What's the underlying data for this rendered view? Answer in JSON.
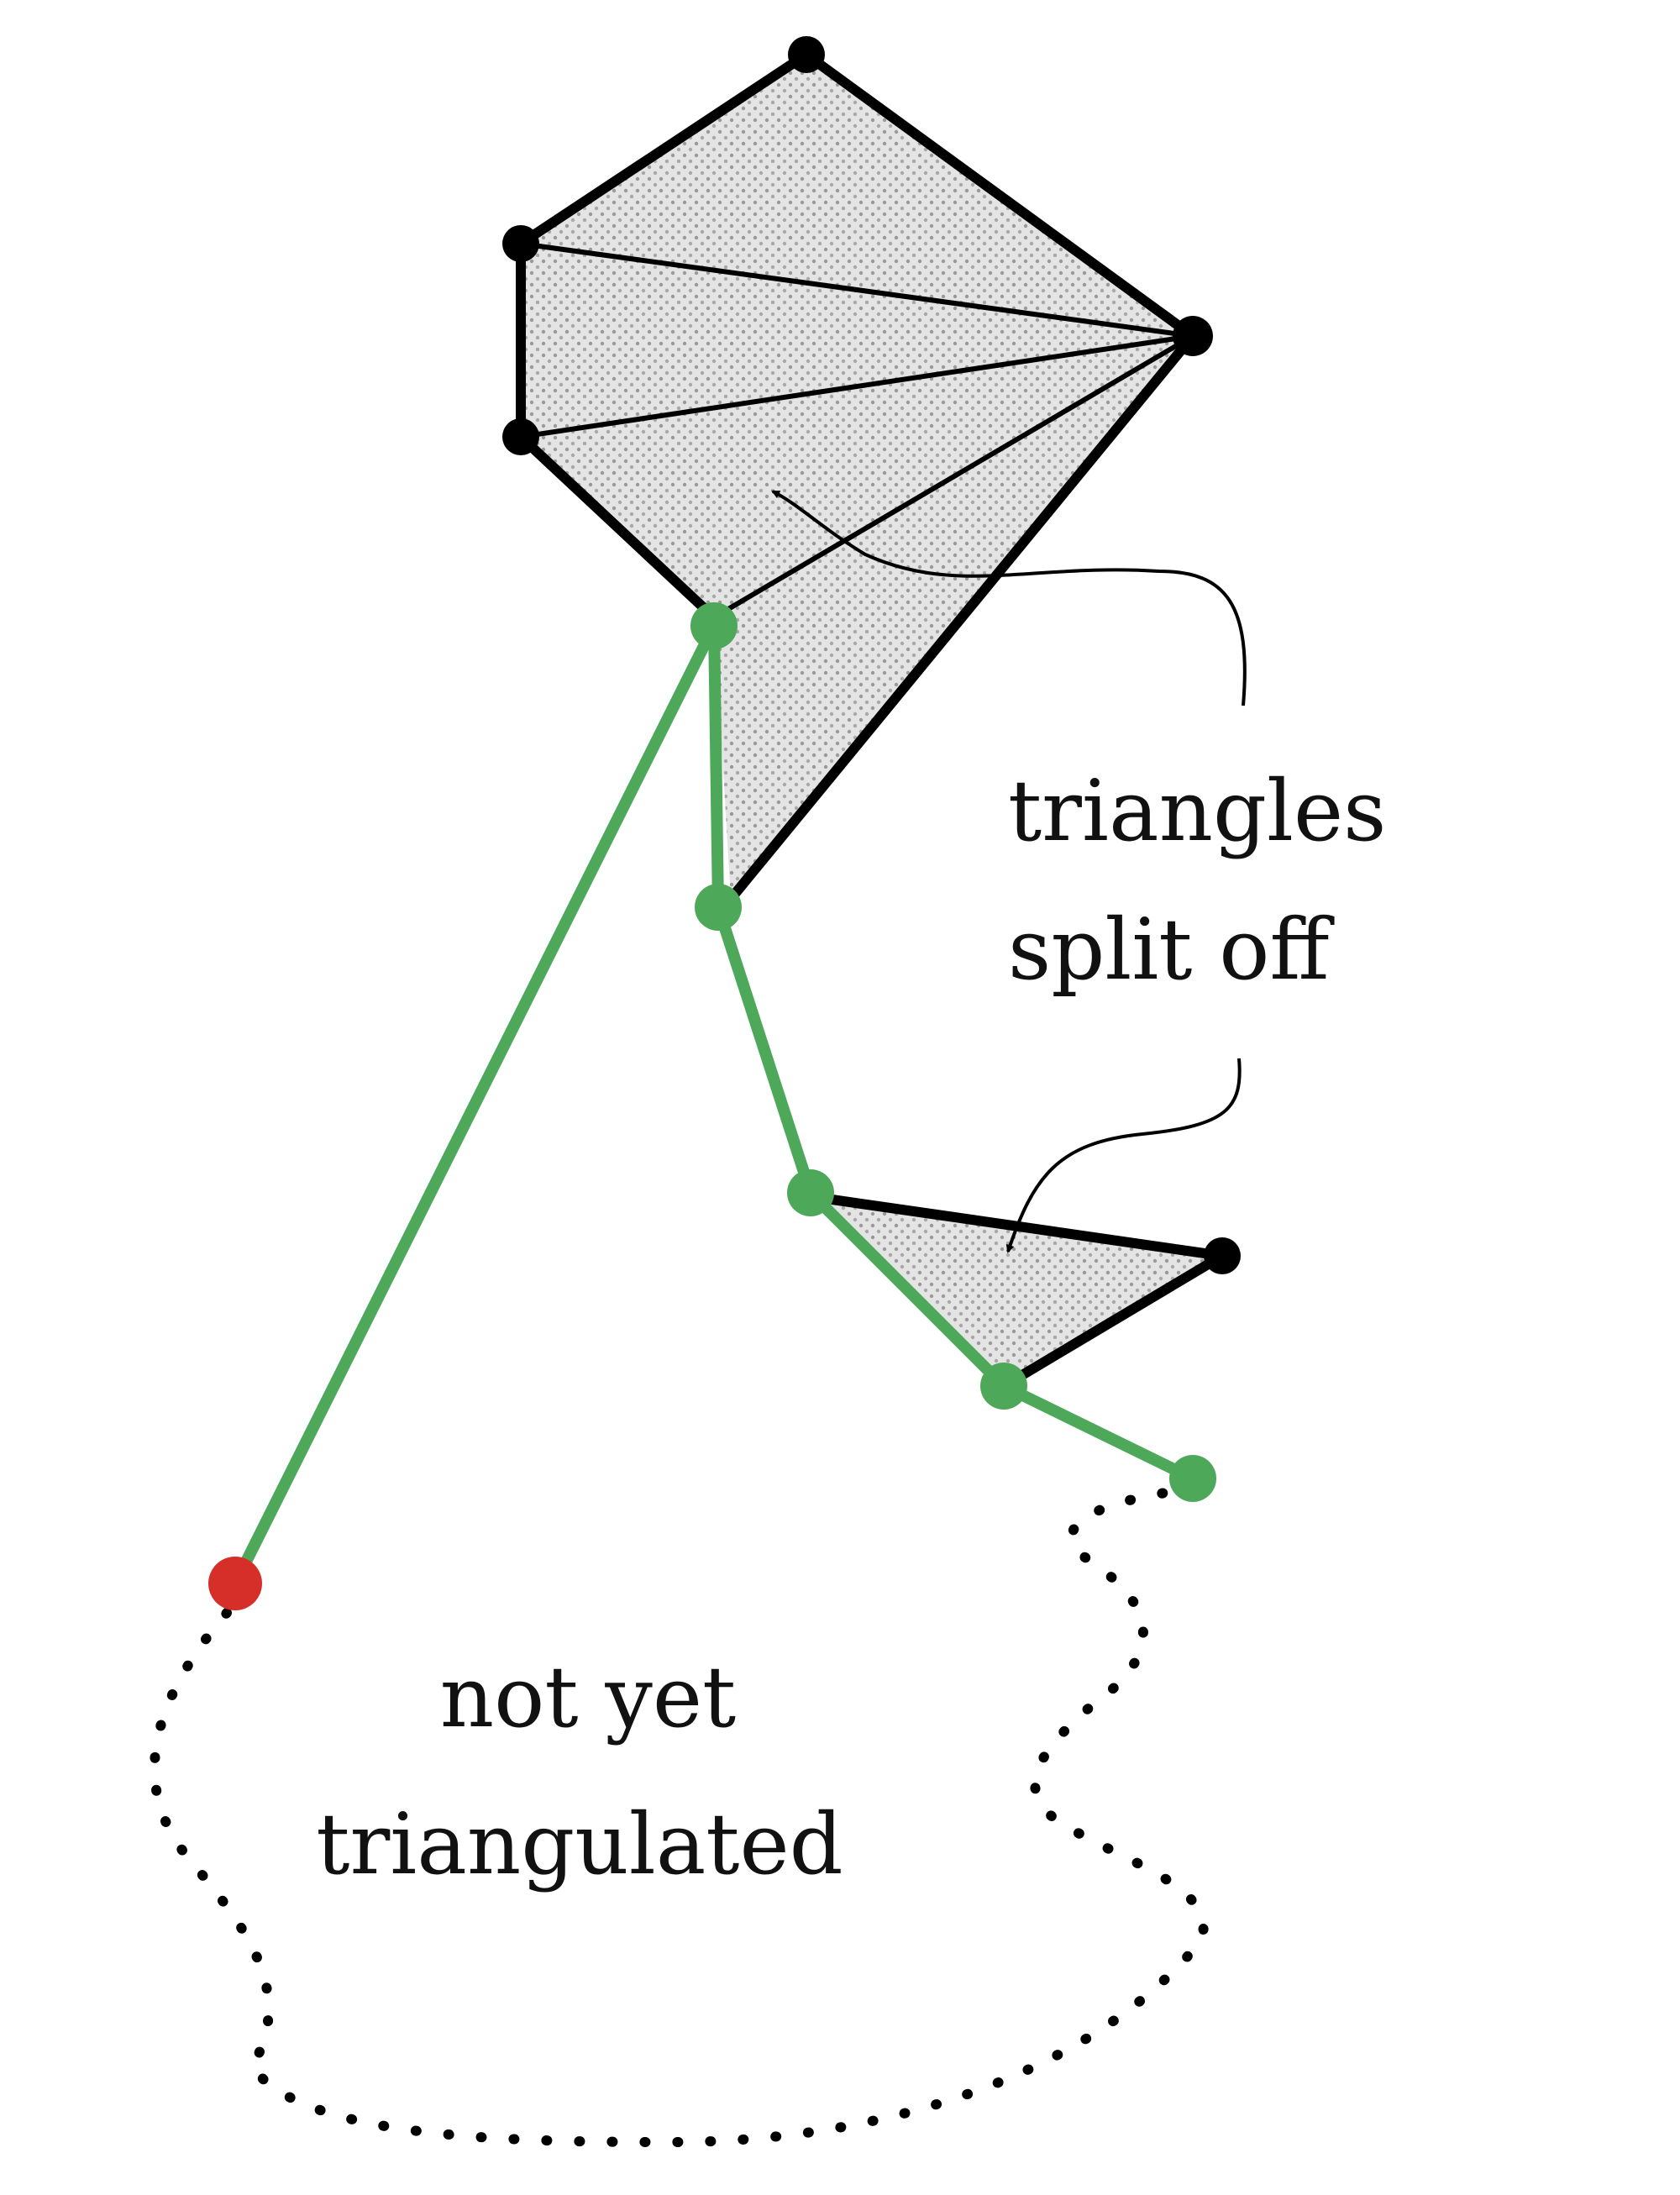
{
  "labels": {
    "triangles_split_off_line1": "triangles",
    "triangles_split_off_line2": "split off",
    "not_yet_line1": "not yet",
    "not_yet_line2": "triangulated"
  },
  "colors": {
    "chain": "#4ea85a",
    "chain_vertex": "#4ea85a",
    "start_vertex": "#d62f2a",
    "polygon_vertex": "#000000",
    "edge": "#000000",
    "shading": "#d9d9d9",
    "dotted_boundary": "#000000"
  }
}
